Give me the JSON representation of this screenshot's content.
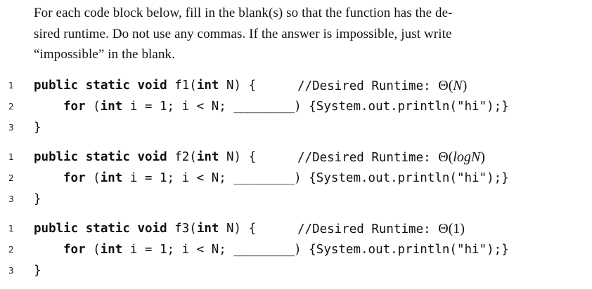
{
  "intro": {
    "line1": "For each code block below, fill in the blank(s) so that the function has the de-",
    "line2": "sired runtime.  Do not use any commas.  If the answer is impossible, just write",
    "line3": "“impossible” in the blank."
  },
  "blocks": [
    {
      "numbers": [
        "1",
        "2",
        "3"
      ],
      "kw_public": "public static void",
      "fname": " f1(",
      "kw_int": "int",
      "params": " N) {",
      "comment": "//Desired Runtime: ",
      "theta": "Θ(",
      "arg": "N",
      "close": ")",
      "kw_for": "for",
      "for_open": " (",
      "kw_int2": "int",
      "for_mid": " i = 1; i < N; ",
      "blank": "_________",
      "for_end": ") {System.out.println(\"hi\");}",
      "close_brace": "}"
    },
    {
      "numbers": [
        "1",
        "2",
        "3"
      ],
      "kw_public": "public static void",
      "fname": " f2(",
      "kw_int": "int",
      "params": " N) {",
      "comment": "//Desired Runtime: ",
      "theta": "Θ(",
      "arg": "logN",
      "close": ")",
      "kw_for": "for",
      "for_open": " (",
      "kw_int2": "int",
      "for_mid": " i = 1; i < N; ",
      "blank": "_________",
      "for_end": ") {System.out.println(\"hi\");}",
      "close_brace": "}"
    },
    {
      "numbers": [
        "1",
        "2",
        "3"
      ],
      "kw_public": "public static void",
      "fname": " f3(",
      "kw_int": "int",
      "params": " N) {",
      "comment": "//Desired Runtime: ",
      "theta": "Θ(",
      "arg": "1",
      "close": ")",
      "kw_for": "for",
      "for_open": " (",
      "kw_int2": "int",
      "for_mid": " i = 1; i < N; ",
      "blank": "_________",
      "for_end": ") {System.out.println(\"hi\");}",
      "close_brace": "}"
    }
  ]
}
